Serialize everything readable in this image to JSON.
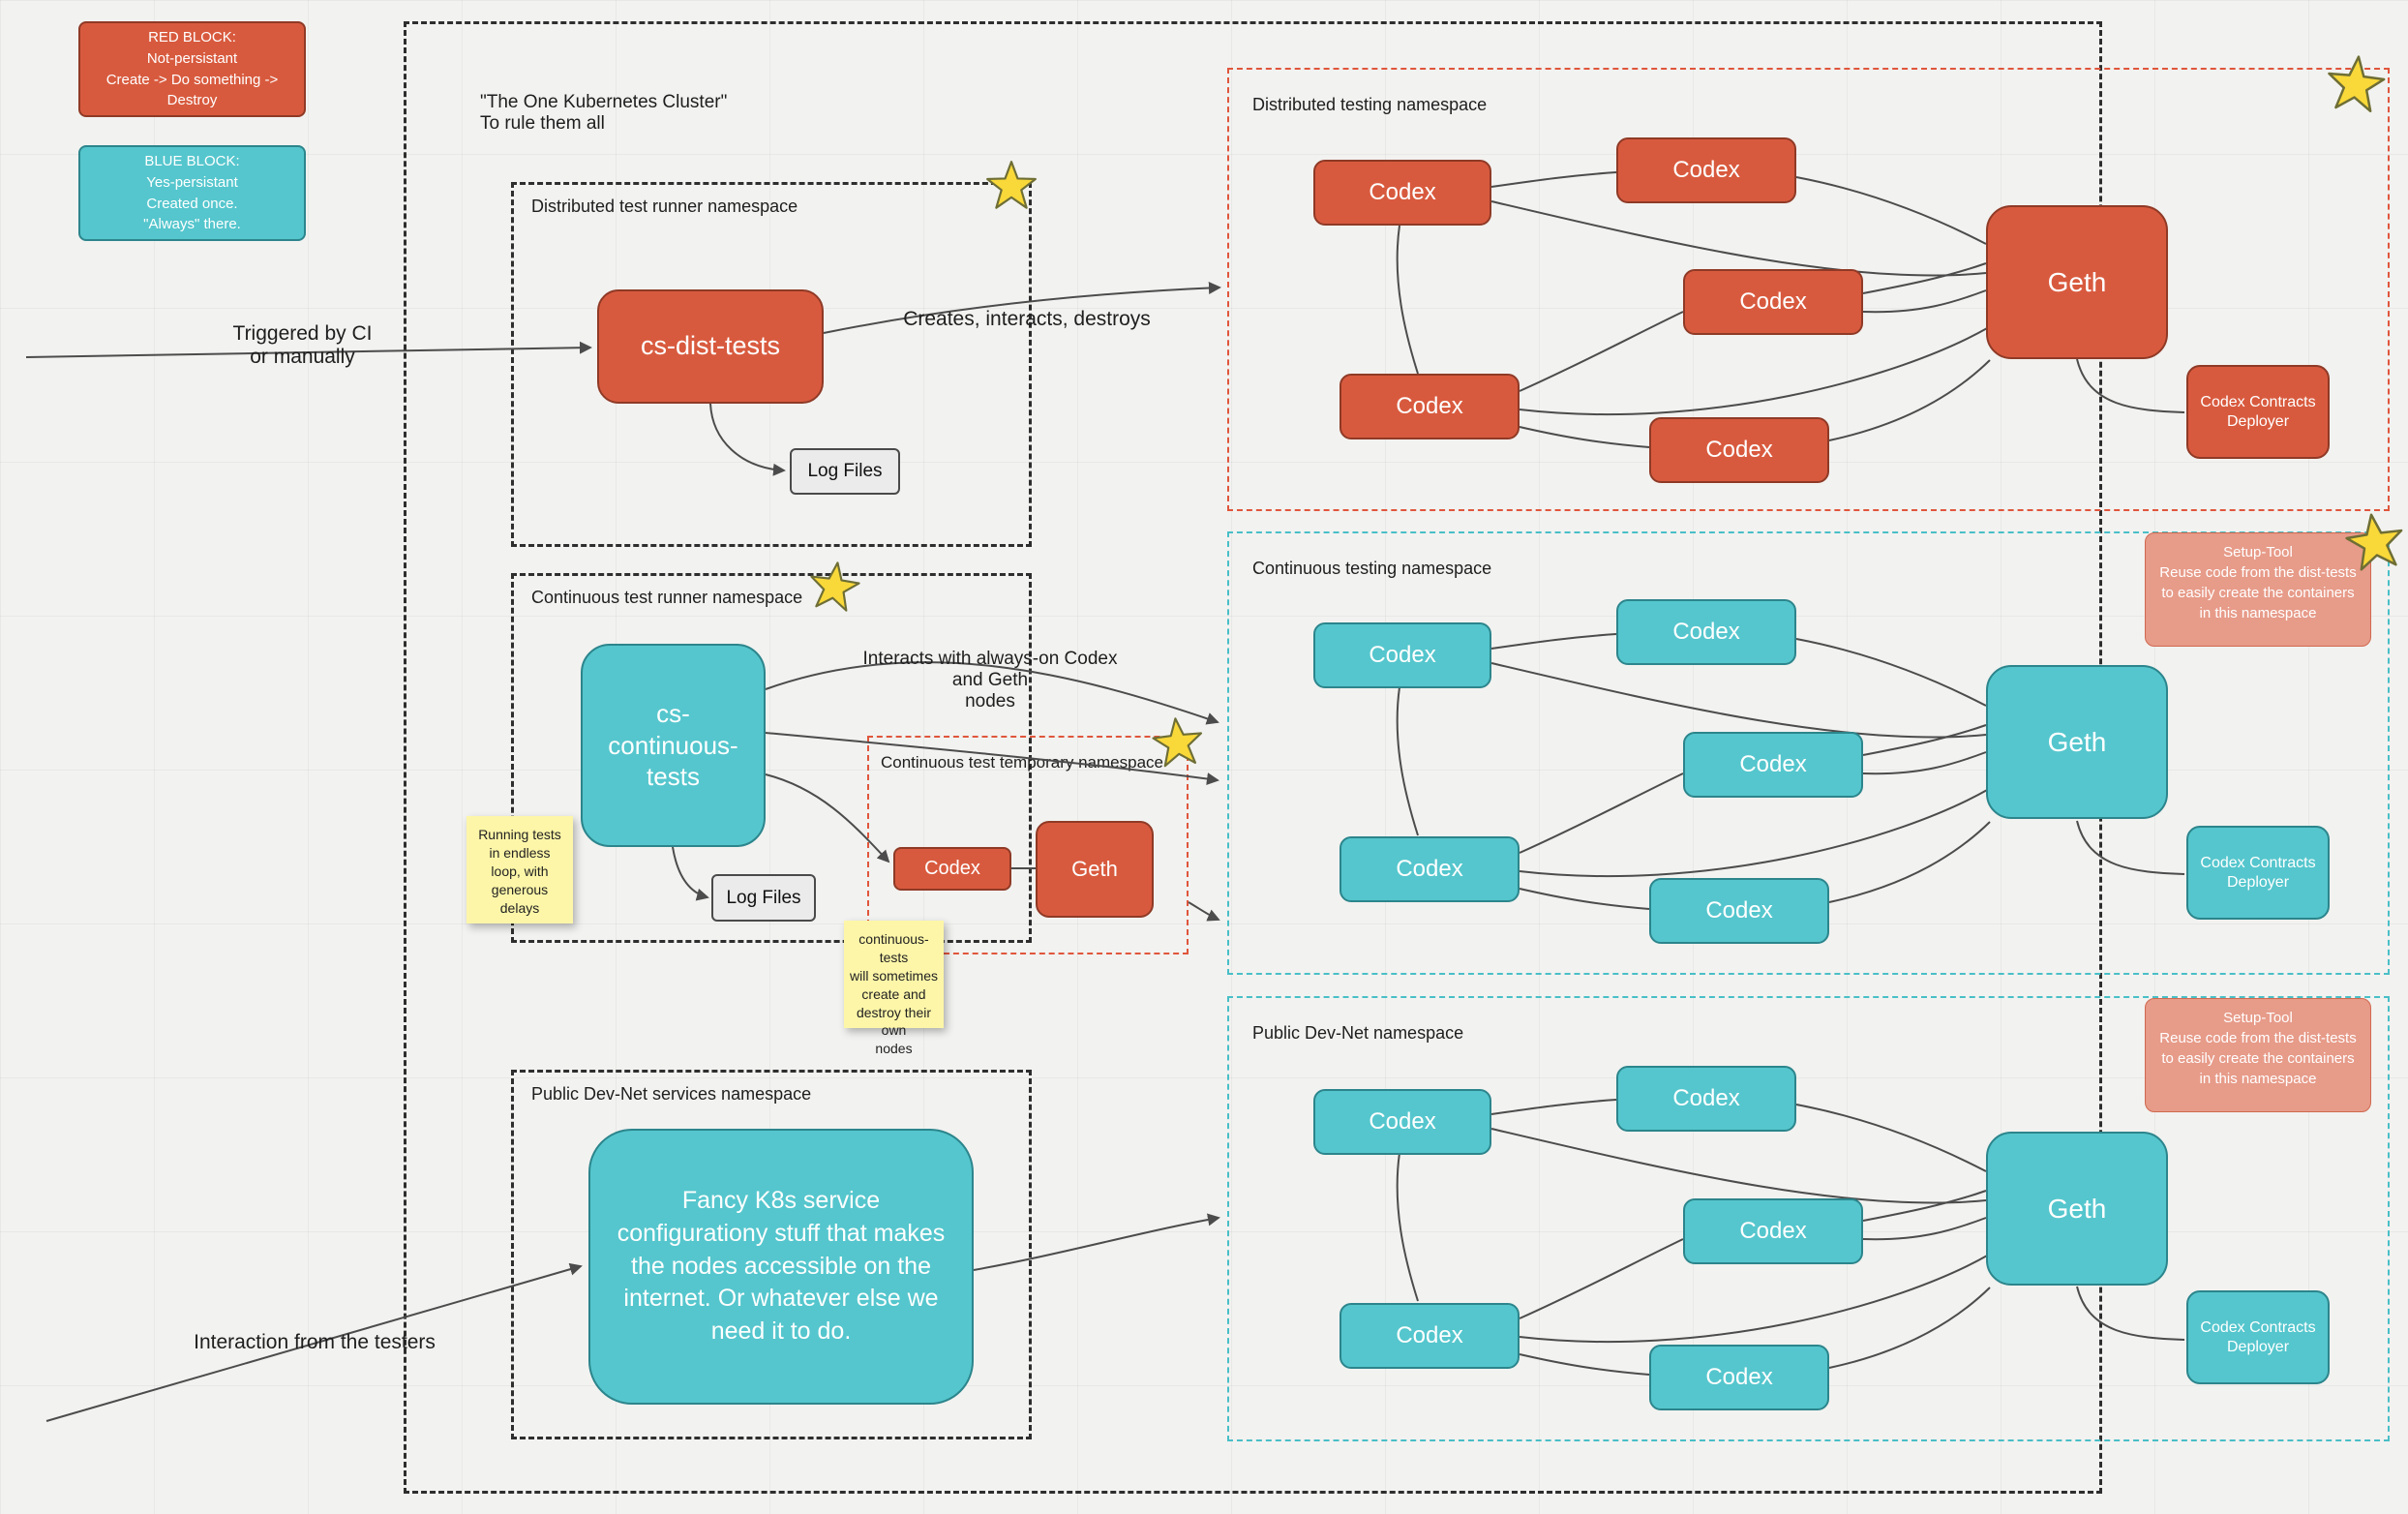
{
  "legend": {
    "red_block": "RED BLOCK:\nNot-persistant\nCreate -> Do something ->\nDestroy",
    "blue_block": "BLUE BLOCK:\nYes-persistant\nCreated once.\n\"Always\" there."
  },
  "cluster": {
    "title": "\"The One Kubernetes Cluster\"\nTo rule them all"
  },
  "flows": {
    "triggered": "Triggered by CI\nor manually",
    "creates": "Creates, interacts, destroys",
    "interacts": "Interacts with always-on Codex and Geth\nnodes",
    "interaction": "Interaction from the testers"
  },
  "notes": {
    "running": "Running tests\nin endless\nloop, with\ngenerous\ndelays",
    "temporary": "continuous-tests\nwill sometimes\ncreate and\ndestroy their own\nnodes"
  },
  "namespaces": {
    "dist_runner": {
      "label": "Distributed test runner namespace",
      "runner": "cs-dist-tests",
      "log": "Log Files"
    },
    "cont_runner": {
      "label": "Continuous test runner namespace",
      "runner": "cs-continuous-tests",
      "log": "Log Files"
    },
    "temp": {
      "label": "Continuous test temporary namespace",
      "codex": "Codex",
      "geth": "Geth"
    },
    "devnet_services": {
      "label": "Public Dev-Net services namespace",
      "service": "Fancy K8s service configurationy stuff that makes the nodes accessible on the internet. Or whatever else we need it to do."
    },
    "dist_testing": {
      "label": "Distributed testing namespace",
      "nodes": [
        "Codex",
        "Codex",
        "Codex",
        "Codex",
        "Codex"
      ],
      "geth": "Geth",
      "deployer": "Codex Contracts Deployer"
    },
    "cont_testing": {
      "label": "Continuous testing namespace",
      "nodes": [
        "Codex",
        "Codex",
        "Codex",
        "Codex",
        "Codex"
      ],
      "geth": "Geth",
      "deployer": "Codex Contracts Deployer",
      "setup_tool": "Setup-Tool\nReuse code from the dist-tests\nto easily create the containers\nin this namespace"
    },
    "devnet": {
      "label": "Public Dev-Net namespace",
      "nodes": [
        "Codex",
        "Codex",
        "Codex",
        "Codex",
        "Codex"
      ],
      "geth": "Geth",
      "deployer": "Codex Contracts Deployer",
      "setup_tool": "Setup-Tool\nReuse code from the dist-tests\nto easily create the containers\nin this namespace"
    }
  },
  "colors": {
    "red": "#d85a3e",
    "teal": "#55c6cd",
    "salmon": "#e79b89",
    "note_yellow": "#fdf6a8",
    "star_yellow": "#f9d839"
  }
}
